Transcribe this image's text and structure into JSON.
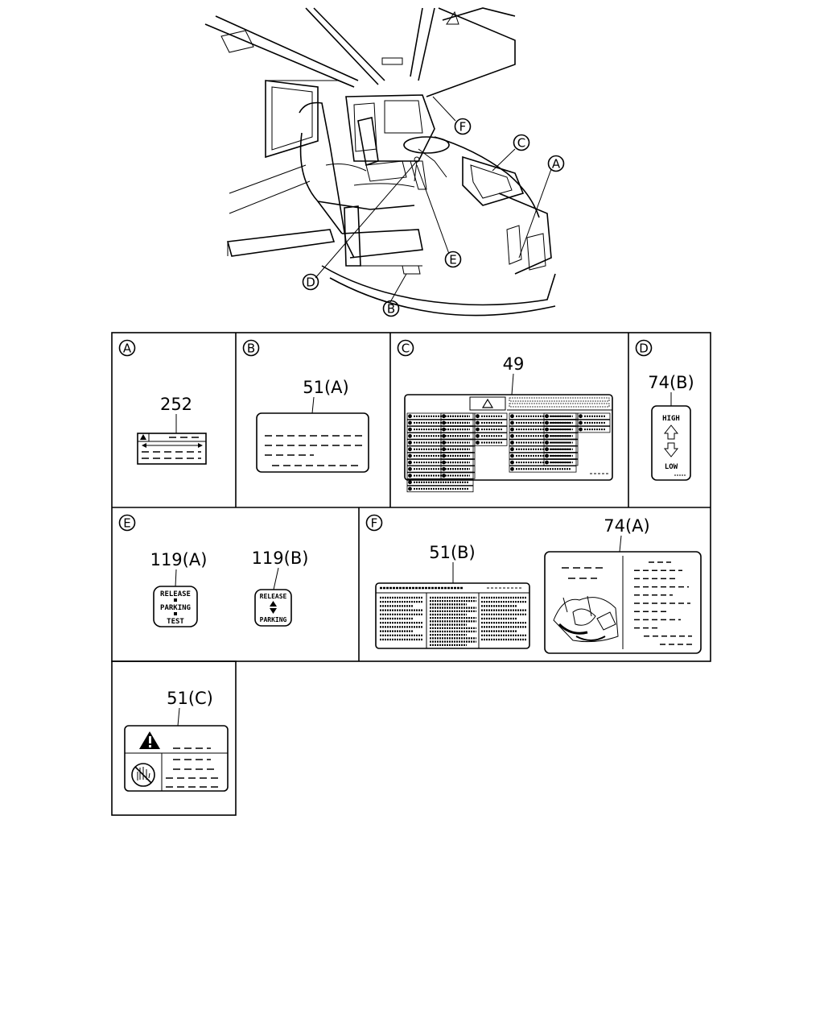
{
  "callouts": {
    "a": "A",
    "b": "B",
    "c": "C",
    "d": "D",
    "e": "E",
    "f": "F"
  },
  "panels": {
    "a": {
      "letter": "A",
      "part": "252"
    },
    "b": {
      "letter": "B",
      "part": "51(A)"
    },
    "c": {
      "letter": "C",
      "part": "49"
    },
    "d": {
      "letter": "D",
      "part": "74(B)",
      "text_high": "HIGH",
      "text_low": "LOW"
    },
    "e": {
      "letter": "E",
      "part_a": "119(A)",
      "part_b": "119(B)",
      "label_a": [
        "RELEASE",
        "PARKING",
        "TEST"
      ],
      "label_b": [
        "RELEASE",
        "PARKING"
      ]
    },
    "f": {
      "letter": "F",
      "part_b": "51(B)",
      "part_a": "74(A)"
    },
    "g": {
      "part": "51(C)"
    }
  }
}
